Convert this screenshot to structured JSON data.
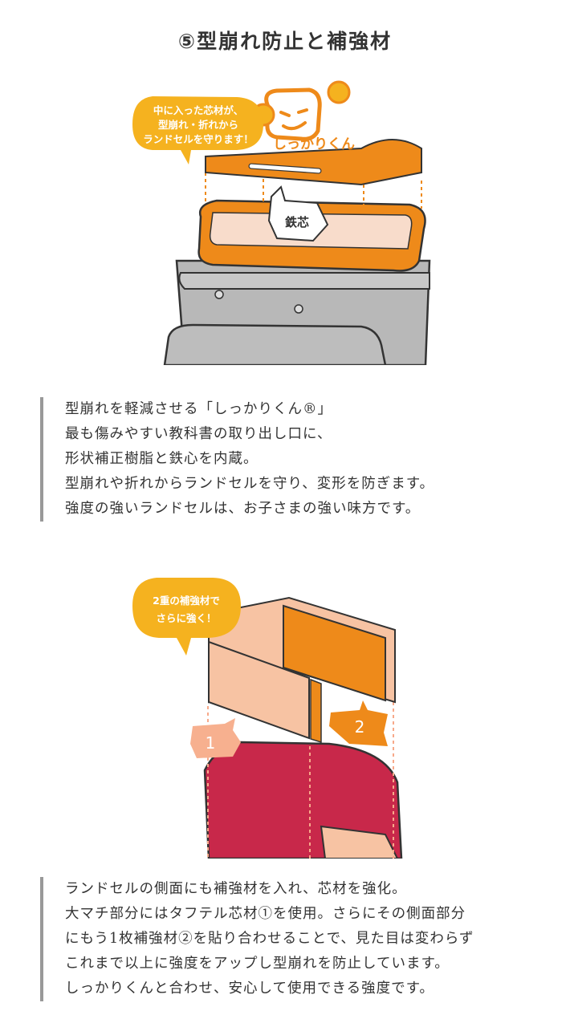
{
  "title": "⑤型崩れ防止と補強材",
  "illustration1": {
    "bubble_lines": [
      "中に入った芯材が、",
      "型崩れ・折れから",
      "ランドセルを守ります！"
    ],
    "mascot_name": "しっかりくん",
    "core_label": "鉄芯"
  },
  "block1": {
    "lines": [
      "型崩れを軽減させる「しっかりくん®」",
      "最も傷みやすい教科書の取り出し口に、",
      "形状補正樹脂と鉄心を内蔵。",
      "型崩れや折れからランドセルを守り、変形を防ぎます。",
      "強度の強いランドセルは、お子さまの強い味方です。"
    ]
  },
  "illustration2": {
    "bubble_lines": [
      "2重の補強材で",
      "さらに強く！"
    ],
    "label_1": "1",
    "label_2": "2"
  },
  "block2": {
    "lines": [
      "ランドセルの側面にも補強材を入れ、芯材を強化。",
      "大マチ部分にはタフテル芯材①を使用。さらにその側面部分",
      "にもう1枚補強材②を貼り合わせることで、見た目は変わらず",
      "これまで以上に強度をアップし型崩れを防止しています。",
      "しっかりくんと合わせ、安心して使用できる強度です。"
    ]
  },
  "colors": {
    "orange": "#ee8a1a",
    "yellow": "#f5b21f",
    "peach": "#f7c3a3",
    "gray": "#b8b8b8",
    "red": "#c8284a"
  }
}
